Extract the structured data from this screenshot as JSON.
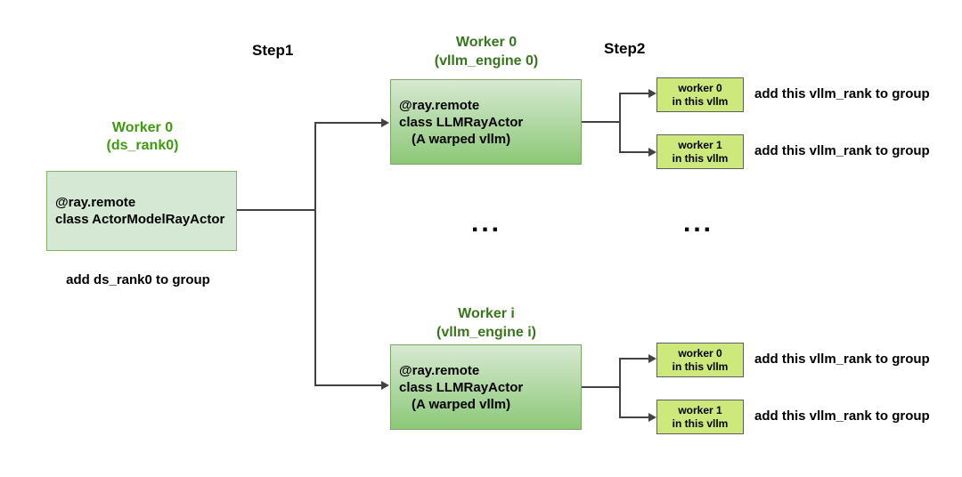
{
  "colors": {
    "label_green": "#3E9A0E",
    "label_dark_green": "#38761D",
    "actor_box_fill": "#D5E8D4",
    "actor_box_border": "#82B366",
    "engine_box_gradient_top": "#D7E9D2",
    "engine_box_gradient_bottom": "#8CC877",
    "worker_box_fill": "#CDE97C",
    "worker_box_border": "#5D5D5D",
    "line": "#424242",
    "text": "#000000"
  },
  "steps": {
    "step1": "Step1",
    "step2": "Step2"
  },
  "actor": {
    "title_line1": "Worker 0",
    "title_line2": "(ds_rank0)",
    "code_line1": "@ray.remote",
    "code_line2": "class ActorModelRayActor",
    "caption": "add ds_rank0 to group"
  },
  "engines": [
    {
      "title_line1": "Worker 0",
      "title_line2": "(vllm_engine 0)",
      "code_line1": "@ray.remote",
      "code_line2": "class LLMRayActor",
      "code_line3": "(A warped vllm)",
      "workers": [
        {
          "line1": "worker 0",
          "line2": "in this vllm",
          "caption": "add this vllm_rank to group"
        },
        {
          "line1": "worker 1",
          "line2": "in this vllm",
          "caption": "add this vllm_rank to group"
        }
      ]
    },
    {
      "title_line1": "Worker i",
      "title_line2": "(vllm_engine i)",
      "code_line1": "@ray.remote",
      "code_line2": "class LLMRayActor",
      "code_line3": "(A warped vllm)",
      "workers": [
        {
          "line1": "worker 0",
          "line2": "in this vllm",
          "caption": "add this vllm_rank to group"
        },
        {
          "line1": "worker 1",
          "line2": "in this vllm",
          "caption": "add this vllm_rank to group"
        }
      ]
    }
  ],
  "ellipsis_left": "...",
  "ellipsis_right": "..."
}
